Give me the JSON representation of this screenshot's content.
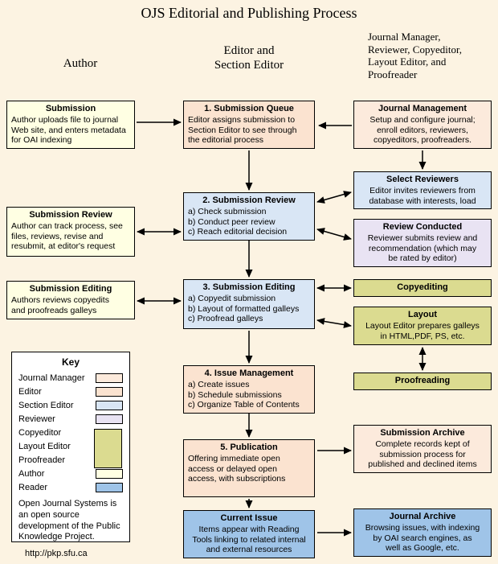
{
  "title": "OJS Editorial and Publishing Process",
  "headers": {
    "author": "Author",
    "editor": "Editor and\nSection Editor",
    "manager": "Journal Manager,\nReviewer, Copyeditor,\nLayout Editor, and\nProofreader"
  },
  "colors": {
    "page_bg": "#FCF3E2",
    "author": "#FFFFE3",
    "editor": "#FBE3D0",
    "journal_manager": "#FCEADC",
    "section_editor": "#D9E6F5",
    "reviewer": "#E9E3F3",
    "copyeditor_group": "#DBDB90",
    "reader": "#9FC4E8",
    "key_bg": "#FFFFFF",
    "border": "#000000"
  },
  "author_column": [
    {
      "title": "Submission",
      "body": "Author uploads file to journal\nWeb site, and enters metadata\nfor OAI indexing"
    },
    {
      "title": "Submission Review",
      "body": "Author can track process, see\nfiles, reviews, revise and\nresubmit, at editor's request"
    },
    {
      "title": "Submission Editing",
      "body": "Authors reviews copyedits\nand proofreads galleys"
    }
  ],
  "editor_column": [
    {
      "title": "1. Submission Queue",
      "body": "Editor assigns submission to\nSection Editor to see through\nthe editorial process"
    },
    {
      "title": "2. Submission Review",
      "body": "a) Check submission\nb) Conduct peer review\nc) Reach editorial decision"
    },
    {
      "title": "3. Submission Editing",
      "body": "a) Copyedit submission\nb) Layout of formatted galleys\nc) Proofread galleys"
    },
    {
      "title": "4. Issue Management",
      "body": "a) Create issues\nb) Schedule submissions\nc) Organize Table of Contents"
    },
    {
      "title": "5. Publication",
      "body": "Offering immediate open\naccess or delayed open\naccess, with subscriptions"
    },
    {
      "title": "Current Issue",
      "body": "Items appear with Reading\nTools linking to related internal\nand external resources"
    }
  ],
  "manager_column": [
    {
      "title": "Journal Management",
      "body": "Setup and configure journal;\nenroll editors, reviewers,\ncopyeditors, proofreaders."
    },
    {
      "title": "Select Reviewers",
      "body": "Editor invites reviewers from\ndatabase with interests, load"
    },
    {
      "title": "Review Conducted",
      "body": "Reviewer submits review and\nrecommendation (which may\nbe rated by editor)"
    },
    {
      "title": "Copyediting",
      "body": ""
    },
    {
      "title": "Layout",
      "body": "Layout Editor prepares galleys\nin HTML,PDF, PS, etc."
    },
    {
      "title": "Proofreading",
      "body": ""
    },
    {
      "title": "Submission Archive",
      "body": "Complete records kept of\nsubmission process for\npublished and declined items"
    },
    {
      "title": "Journal Archive",
      "body": "Browsing issues, with indexing\nby OAI search engines, as\nwell as Google, etc."
    }
  ],
  "key": {
    "title": "Key",
    "items": [
      {
        "label": "Journal Manager"
      },
      {
        "label": "Editor"
      },
      {
        "label": "Section Editor"
      },
      {
        "label": "Reviewer"
      },
      {
        "label": "Copyeditor"
      },
      {
        "label": "Layout Editor"
      },
      {
        "label": "Proofreader"
      },
      {
        "label": "Author"
      },
      {
        "label": "Reader"
      }
    ],
    "note": "Open Journal Systems is an open source development of the Public Knowledge Project.",
    "url": "http://pkp.sfu.ca"
  }
}
